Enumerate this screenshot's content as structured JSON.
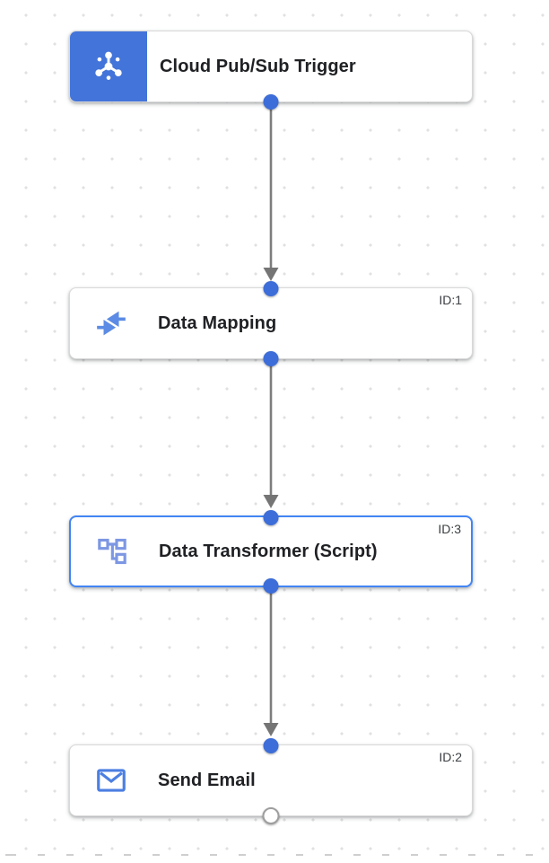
{
  "diagram": {
    "nodes": [
      {
        "title": "Cloud Pub/Sub Trigger",
        "id_label": "",
        "icon": "pubsub-trigger-icon",
        "kind": "trigger",
        "selected": false
      },
      {
        "title": "Data Mapping",
        "id_label": "ID:1",
        "icon": "data-mapping-icon",
        "kind": "task",
        "selected": false
      },
      {
        "title": "Data Transformer (Script)",
        "id_label": "ID:3",
        "icon": "data-transformer-icon",
        "kind": "task",
        "selected": true
      },
      {
        "title": "Send Email",
        "id_label": "ID:2",
        "icon": "send-email-icon",
        "kind": "task",
        "selected": false
      }
    ],
    "edges": [
      {
        "from": "Cloud Pub/Sub Trigger",
        "to": "Data Mapping"
      },
      {
        "from": "Data Mapping",
        "to": "Data Transformer (Script)"
      },
      {
        "from": "Data Transformer (Script)",
        "to": "Send Email"
      }
    ],
    "colors": {
      "trigger_block_blue": "#4374d9",
      "port_blue": "#3d6dd8",
      "selected_border_blue": "#4285f4",
      "edge_gray": "#7d7d7d",
      "icon_blue": "#5b8be4",
      "title_text": "#202124",
      "id_text": "#3c4043",
      "grid_dot": "#e1e1e1",
      "card_border": "#d9d9d9",
      "card_background": "#ffffff"
    }
  }
}
